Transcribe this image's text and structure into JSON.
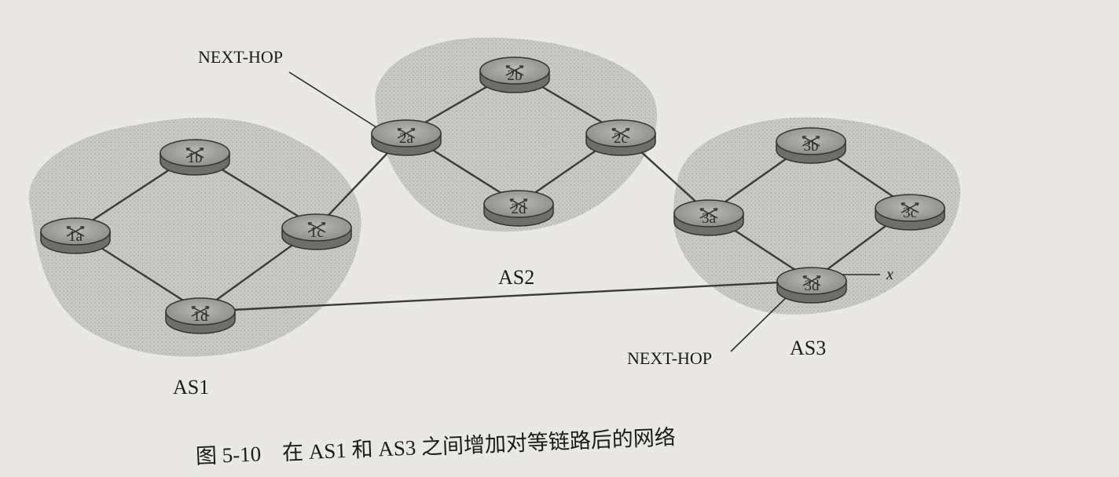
{
  "diagram": {
    "as_regions": [
      {
        "id": "as1",
        "label": "AS1"
      },
      {
        "id": "as2",
        "label": "AS2"
      },
      {
        "id": "as3",
        "label": "AS3"
      }
    ],
    "routers": [
      {
        "id": "1a",
        "label": "1a"
      },
      {
        "id": "1b",
        "label": "1b"
      },
      {
        "id": "1c",
        "label": "1c"
      },
      {
        "id": "1d",
        "label": "1d"
      },
      {
        "id": "2a",
        "label": "2a"
      },
      {
        "id": "2b",
        "label": "2b"
      },
      {
        "id": "2c",
        "label": "2c"
      },
      {
        "id": "2d",
        "label": "2d"
      },
      {
        "id": "3a",
        "label": "3a"
      },
      {
        "id": "3b",
        "label": "3b"
      },
      {
        "id": "3c",
        "label": "3c"
      },
      {
        "id": "3d",
        "label": "3d"
      }
    ],
    "links": [
      [
        "1a",
        "1b"
      ],
      [
        "1b",
        "1c"
      ],
      [
        "1a",
        "1d"
      ],
      [
        "1d",
        "1c"
      ],
      [
        "1c",
        "2a"
      ],
      [
        "2a",
        "2b"
      ],
      [
        "2b",
        "2c"
      ],
      [
        "2a",
        "2d"
      ],
      [
        "2d",
        "2c"
      ],
      [
        "2c",
        "3a"
      ],
      [
        "3a",
        "3b"
      ],
      [
        "3b",
        "3c"
      ],
      [
        "3a",
        "3d"
      ],
      [
        "3d",
        "3c"
      ],
      [
        "1d",
        "3d"
      ]
    ],
    "next_hop_labels": [
      {
        "id": "nh-top",
        "text": "NEXT-HOP",
        "points_to": "2a"
      },
      {
        "id": "nh-bottom",
        "text": "NEXT-HOP",
        "points_to": "3d"
      }
    ],
    "destination": {
      "label": "x"
    }
  },
  "caption": "图 5-10　在 AS1 和 AS3 之间增加对等链路后的网络"
}
